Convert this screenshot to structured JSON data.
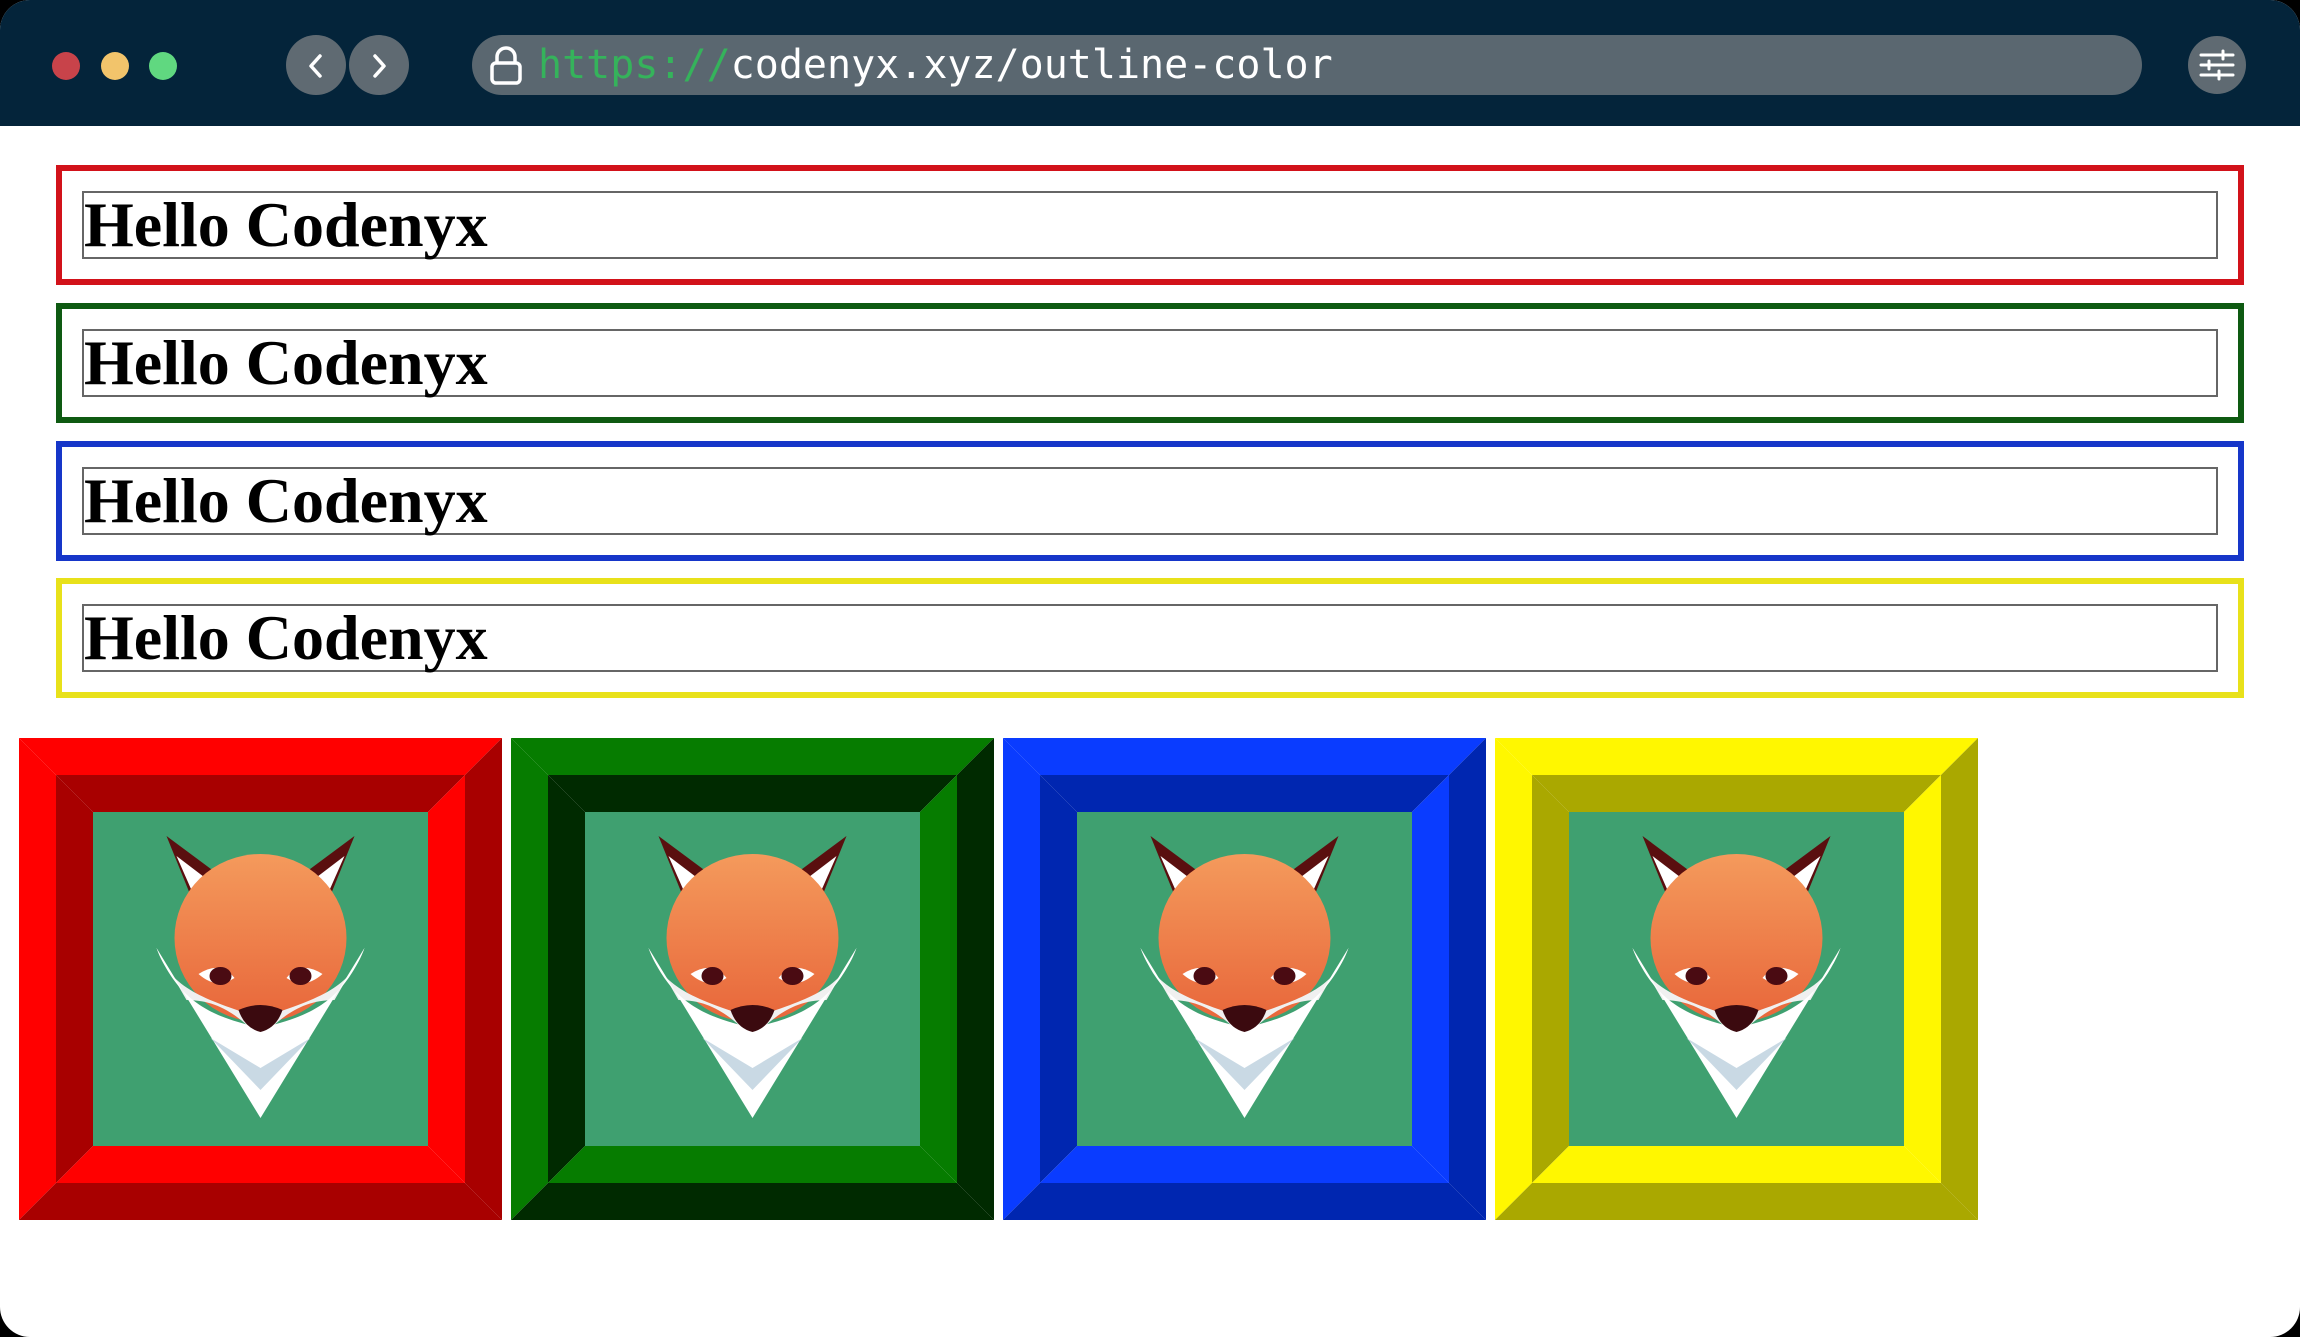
{
  "browser": {
    "url_scheme": "https://",
    "url_rest": "codenyx.xyz/outline-color",
    "icons": {
      "back": "chevron-left-icon",
      "forward": "chevron-right-icon",
      "lock": "lock-icon",
      "settings": "sliders-icon"
    }
  },
  "content": {
    "headings": [
      {
        "text": "Hello Codenyx",
        "color": "#d2121a"
      },
      {
        "text": "Hello Codenyx",
        "color": "#0e5a12"
      },
      {
        "text": "Hello Codenyx",
        "color": "#1636c9"
      },
      {
        "text": "Hello Codenyx",
        "color": "#e8e11a"
      }
    ],
    "fox_tiles": [
      {
        "light": "#ff0000",
        "dark": "#a80000"
      },
      {
        "light": "#067c00",
        "dark": "#002a00"
      },
      {
        "light": "#0a3cff",
        "dark": "#0026b0"
      },
      {
        "light": "#fff700",
        "dark": "#aaa800"
      }
    ],
    "fox_background": "#3fa070",
    "fox_icon": "fox-face-icon"
  }
}
